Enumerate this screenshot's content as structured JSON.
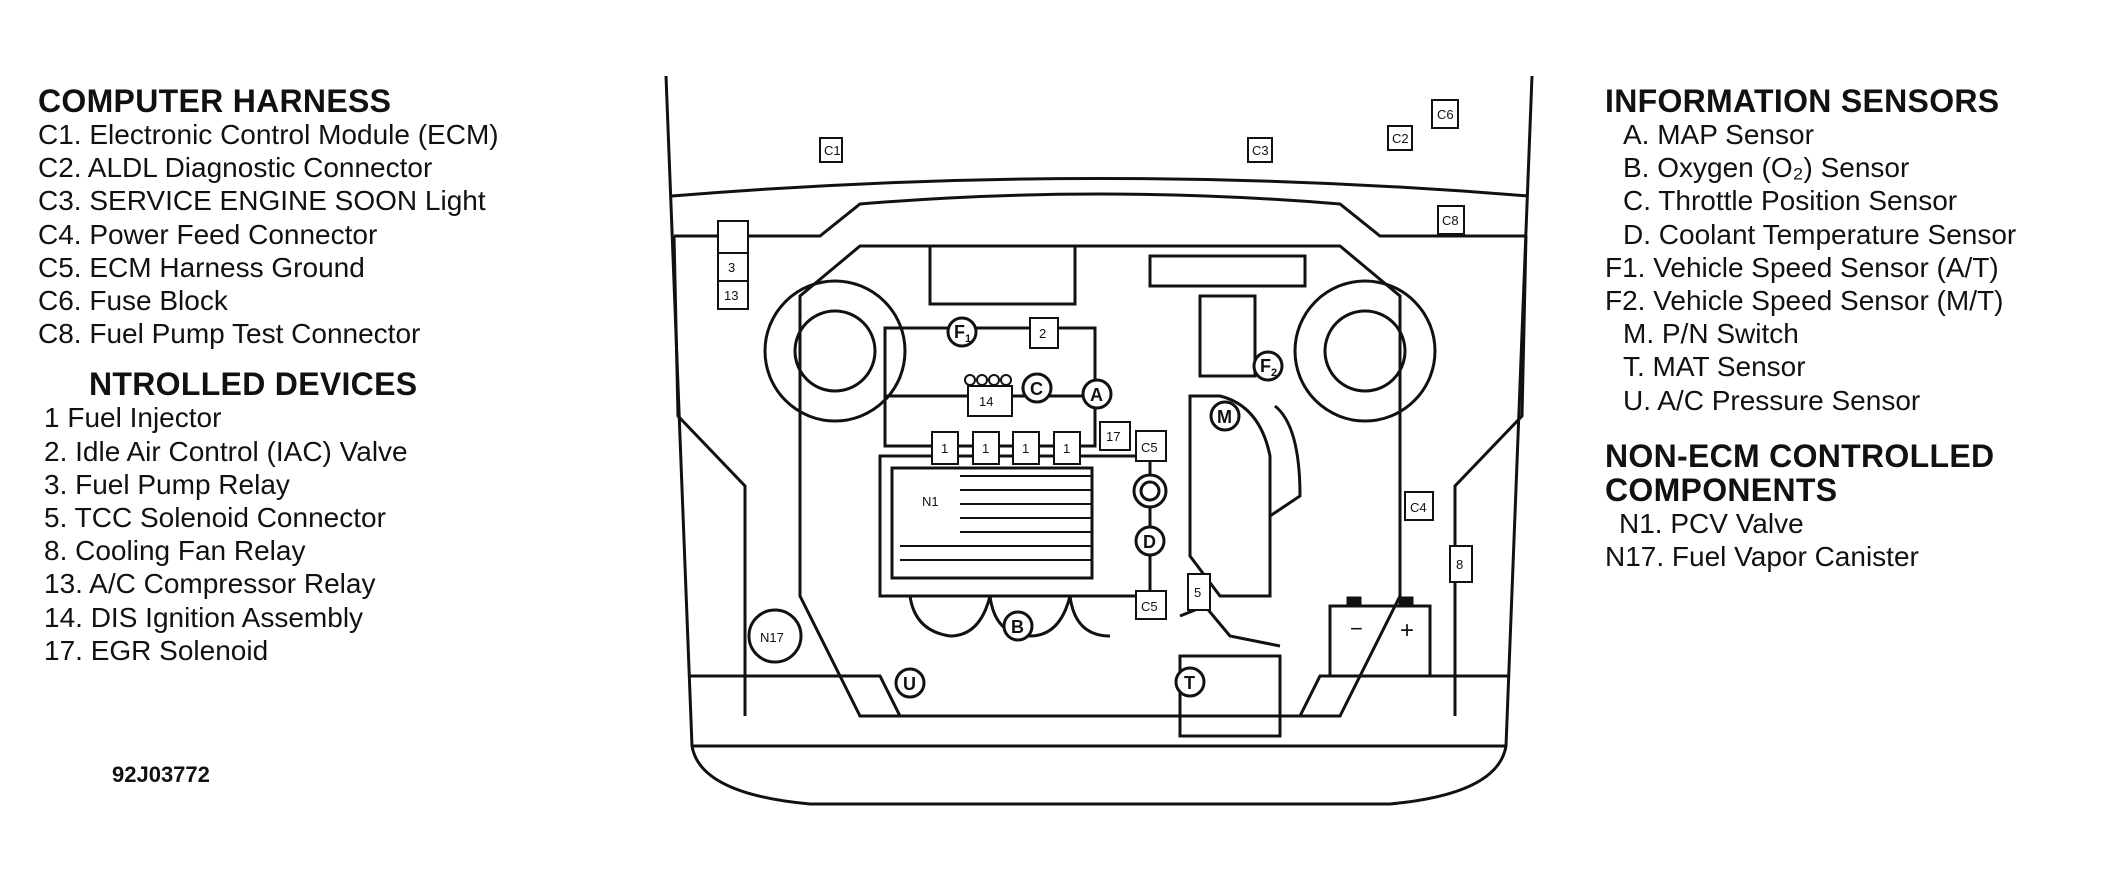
{
  "computer_harness": {
    "title": "COMPUTER HARNESS",
    "items": [
      "C1. Electronic Control Module (ECM)",
      "C2. ALDL Diagnostic Connector",
      "C3. SERVICE ENGINE SOON Light",
      "C4. Power Feed Connector",
      "C5. ECM Harness Ground",
      "C6. Fuse Block",
      "C8. Fuel Pump Test Connector"
    ]
  },
  "controlled_devices": {
    "title": "NTROLLED DEVICES",
    "items": [
      "1 Fuel Injector",
      "2. Idle Air Control (IAC) Valve",
      "3. Fuel Pump Relay",
      "5. TCC Solenoid Connector",
      "8. Cooling Fan Relay",
      "13. A/C Compressor Relay",
      "14. DIS Ignition Assembly",
      "17. EGR Solenoid"
    ]
  },
  "reference_code": "92J03772",
  "information_sensors": {
    "title": "INFORMATION SENSORS",
    "items": [
      "A. MAP Sensor",
      "B. Oxygen (O₂) Sensor",
      "C. Throttle Position Sensor",
      "D. Coolant Temperature Sensor",
      "F1. Vehicle Speed Sensor (A/T)",
      "F2. Vehicle Speed Sensor (M/T)",
      "M. P/N Switch",
      "T. MAT Sensor",
      "U. A/C Pressure Sensor"
    ]
  },
  "non_ecm_components": {
    "title_line1": "NON-ECM CONTROLLED",
    "title_line2": "COMPONENTS",
    "items": [
      "N1. PCV Valve",
      "N17. Fuel Vapor Canister"
    ]
  },
  "diagram_labels": {
    "c1": "C1",
    "c3": "C3",
    "c2": "C2",
    "c6": "C6",
    "c8": "C8",
    "c4": "C4",
    "c5_top": "C5",
    "c5_bottom": "C5",
    "r3": "3",
    "r13": "13",
    "r2": "2",
    "r14": "14",
    "r17": "17",
    "r5": "5",
    "r8": "8",
    "inj1": "1",
    "inj2": "1",
    "inj3": "1",
    "inj4": "1",
    "f1": "F",
    "f1_sub": "1",
    "f2": "F",
    "f2_sub": "2",
    "c_sensor": "C",
    "a_sensor": "A",
    "m_sensor": "M",
    "d_sensor": "D",
    "b_sensor": "B",
    "t_sensor": "T",
    "u_sensor": "U",
    "n1": "N1",
    "n17": "N17",
    "batt_minus": "−",
    "batt_plus": "+"
  }
}
